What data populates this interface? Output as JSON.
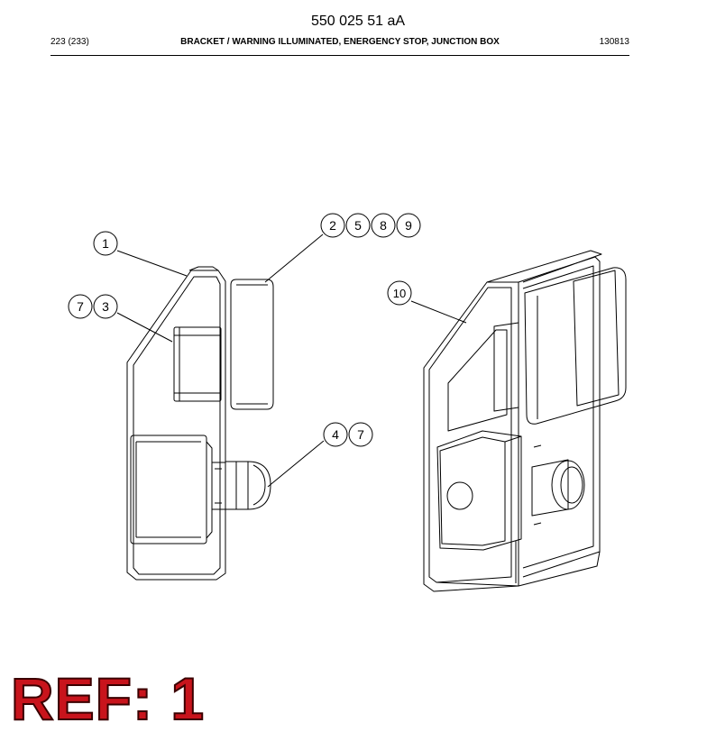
{
  "header": {
    "doc_number": "550 025 51 aA",
    "page_ref": "223 (233)",
    "title": "BRACKET / WARNING ILLUMINATED, ENERGENCY STOP, JUNCTION BOX",
    "date": "130813"
  },
  "callouts": [
    {
      "id": "c1",
      "numbers": [
        "1"
      ]
    },
    {
      "id": "c2",
      "numbers": [
        "2",
        "5",
        "8",
        "9"
      ]
    },
    {
      "id": "c3",
      "numbers": [
        "7",
        "3"
      ]
    },
    {
      "id": "c4",
      "numbers": [
        "4",
        "7"
      ]
    },
    {
      "id": "c5",
      "numbers": [
        "10"
      ]
    }
  ],
  "footer": {
    "ref_label": "REF: 1"
  },
  "colors": {
    "line": "#000000",
    "ref_label": "#c8141c"
  }
}
